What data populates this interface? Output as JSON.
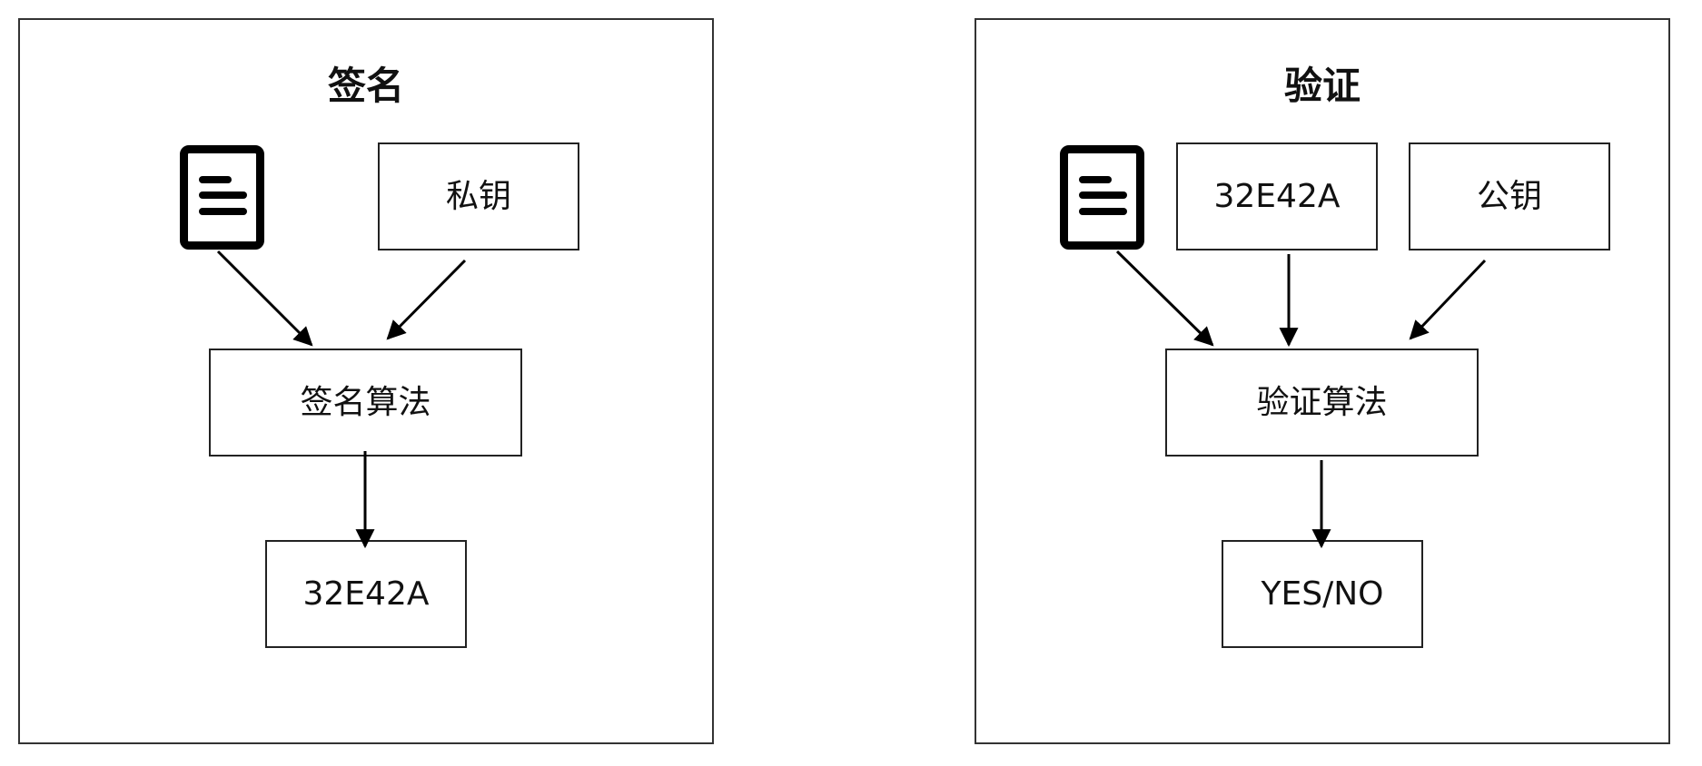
{
  "sign": {
    "title": "签名",
    "document_icon": "document-icon",
    "private_key": "私钥",
    "algorithm": "签名算法",
    "output": "32E42A"
  },
  "verify": {
    "title": "验证",
    "document_icon": "document-icon",
    "signature": "32E42A",
    "public_key": "公钥",
    "algorithm": "验证算法",
    "result": "YES/NO"
  },
  "colors": {
    "border": "#333333",
    "ink": "#000000",
    "background": "#ffffff"
  }
}
